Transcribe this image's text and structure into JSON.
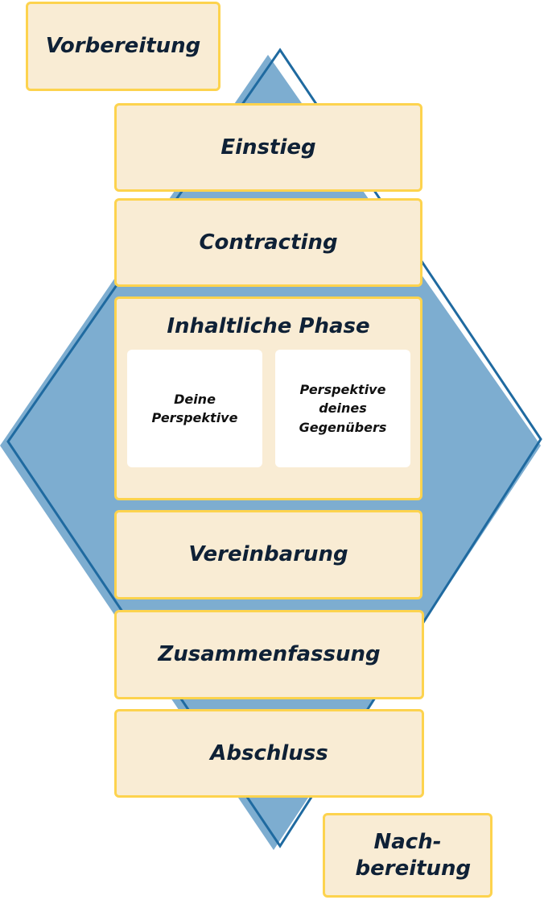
{
  "diagram": {
    "colors": {
      "diamond_fill": "#7dadd0",
      "diamond_outline": "#1f6aa0",
      "box_fill": "#f9ecd4",
      "box_border": "#fdd34e",
      "text": "#0f2136"
    },
    "pre": "Vorbereitung",
    "steps": [
      "Einstieg",
      "Contracting"
    ],
    "content_phase": {
      "title": "Inhaltliche Phase",
      "left": "Deine Perspektive",
      "right": "Perspektive deines Gegenübers"
    },
    "steps_after": [
      "Vereinbarung",
      "Zusammenfassung",
      "Abschluss"
    ],
    "post": "Nach-bereitung"
  }
}
